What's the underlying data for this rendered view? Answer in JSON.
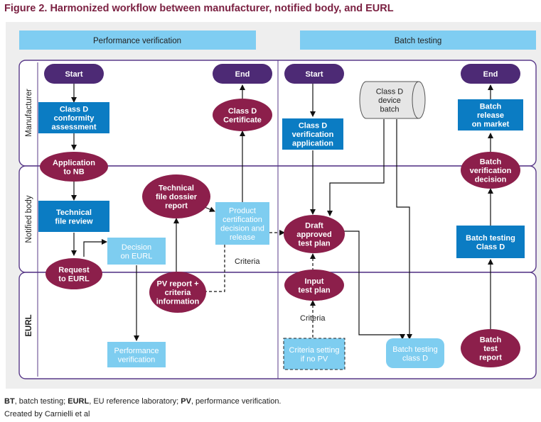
{
  "title": "Figure 2. Harmonized workflow between manufacturer, notified body, and EURL",
  "columns": {
    "performance_verification": "Performance verification",
    "batch_testing": "Batch testing"
  },
  "lanes": {
    "manufacturer": "Manufacturer",
    "notified_body": "Notified body",
    "eurl": "EURL"
  },
  "nodes": {
    "start_pv": [
      "Start"
    ],
    "end_pv": [
      "End"
    ],
    "start_bt": [
      "Start"
    ],
    "end_bt": [
      "End"
    ],
    "class_d_conformity": [
      "Class D",
      "conformity",
      "assessment"
    ],
    "class_d_certificate": [
      "Class D",
      "Certificate"
    ],
    "application_nb": [
      "Application",
      "to NB"
    ],
    "technical_file_dossier": [
      "Technical",
      "file dossier",
      "report"
    ],
    "technical_file_review": [
      "Technical",
      "file review"
    ],
    "product_cert": [
      "Product",
      "certification",
      "decision and",
      "release"
    ],
    "request_eurl": [
      "Request",
      "to EURL"
    ],
    "decision_eurl": [
      "Decision",
      "on EURL"
    ],
    "pv_report": [
      "PV report +",
      "criteria",
      "information"
    ],
    "performance_verification": [
      "Performance",
      "verification"
    ],
    "class_d_device_batch": [
      "Class D",
      "device",
      "batch"
    ],
    "class_d_verification_app": [
      "Class D",
      "verification",
      "application"
    ],
    "batch_release": [
      "Batch",
      "release",
      "on market"
    ],
    "batch_verification_decision": [
      "Batch",
      "verification",
      "decision"
    ],
    "draft_test_plan": [
      "Draft",
      "approved",
      "test plan"
    ],
    "batch_testing_nb": [
      "Batch testing",
      "Class D"
    ],
    "input_test_plan": [
      "Input",
      "test plan"
    ],
    "criteria_setting": [
      "Criteria setting",
      "if no PV"
    ],
    "batch_testing_eurl": [
      "Batch testing",
      "class D"
    ],
    "batch_test_report": [
      "Batch",
      "test",
      "report"
    ]
  },
  "edge_labels": {
    "criteria_pv": "Criteria",
    "criteria_bt": "Criteria"
  },
  "notes": {
    "abbr1_key": "BT",
    "abbr1_val": ", batch testing; ",
    "abbr2_key": "EURL",
    "abbr2_val": ", EU reference laboratory; ",
    "abbr3_key": "PV",
    "abbr3_val": ", performance verification.",
    "credit": "Created by Carnielli et al"
  },
  "colors": {
    "title": "#7b2142",
    "maroon": "#8c1f4b",
    "start_end": "#4d2a75",
    "dark_blue": "#0b7cc3",
    "light_blue": "#7ecdf0",
    "lane_border": "#5a3b8a",
    "panel_bg": "#eeeeee",
    "header_blue": "#7fcdf2"
  }
}
